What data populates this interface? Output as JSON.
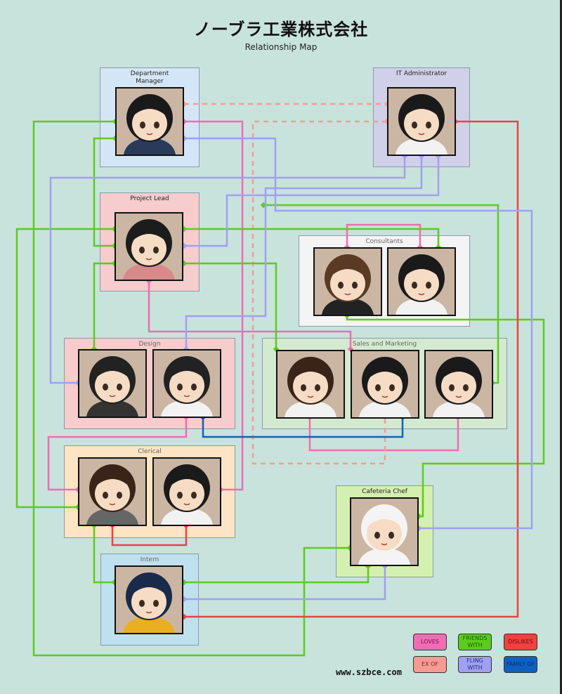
{
  "header": {
    "title": "ノーブラ工業株式会社",
    "subtitle": "Relationship Map"
  },
  "groups": {
    "department_manager": "Department\nManager",
    "it_administrator": "IT Administrator",
    "project_lead": "Project Lead",
    "consultants": "Consultants",
    "design": "Design",
    "sales_marketing": "Sales and Marketing",
    "clerical": "Clerical",
    "cafeteria_chef": "Cafeteria Chef",
    "intern": "Intern"
  },
  "legend": [
    {
      "label": "LOVES",
      "color": "#f06cb4",
      "text_color": "#7a1050"
    },
    {
      "label": "FRIENDS WITH",
      "color": "#5ccc1c",
      "text_color": "#1e5a08"
    },
    {
      "label": "DISLIKES",
      "color": "#f04040",
      "text_color": "#6a0c0c"
    },
    {
      "label": "EX OF",
      "color": "#f49c94",
      "text_color": "#7a2c24"
    },
    {
      "label": "FLING WITH",
      "color": "#a0a0f0",
      "text_color": "#2a2a7a"
    },
    {
      "label": "FAMILY OF",
      "color": "#1060c0",
      "text_color": "#0a2f66"
    }
  ],
  "watermark": "www.szbce.com"
}
